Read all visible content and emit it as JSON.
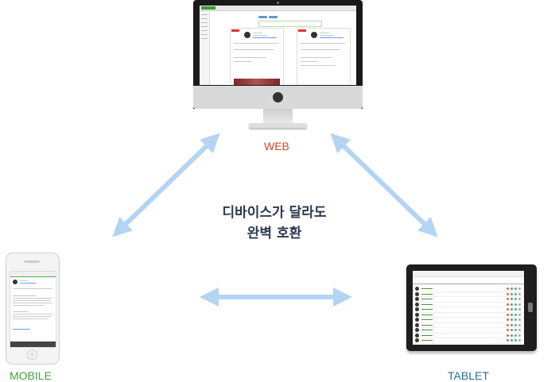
{
  "devices": {
    "web_label": "WEB",
    "mobile_label": "MOBILE",
    "tablet_label": "TABLET"
  },
  "headline": {
    "line1": "디바이스가 달라도",
    "line2": "완벽 호환"
  },
  "colors": {
    "web": "#d9451c",
    "mobile": "#3fa535",
    "tablet": "#2c6b9e",
    "arrow": "#b3d4f2",
    "headline": "#2b3a4f"
  },
  "icons": {
    "arrows": "double-headed-arrow-icon"
  }
}
